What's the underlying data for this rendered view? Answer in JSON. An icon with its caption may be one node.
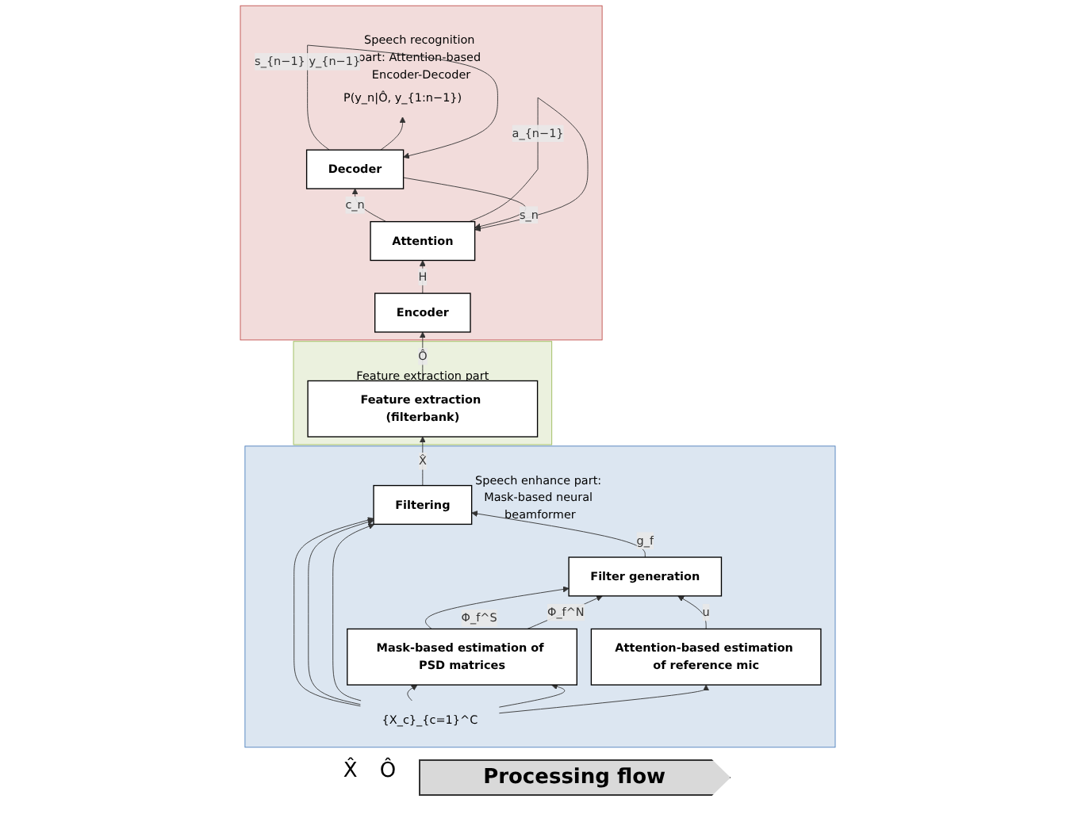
{
  "diagram": {
    "nodes": [
      {
        "text": [
          "Speech enhance part: Mask-based neural beamformer"
        ]
      },
      {
        "text": [
          "Filtering"
        ],
        "in": 0
      },
      {
        "text": [
          "Filter generation"
        ],
        "in": 0
      },
      {
        "text": [
          "Mask-based estimation of PSD matrices"
        ],
        "in": 0
      },
      {
        "text": [
          "Attention-based estimation of reference mic"
        ],
        "in": 0
      },
      {
        "text": [
          "{X_c}_{c=1}^C"
        ],
        "in": 0
      },
      {
        "text": [
          "Feature extraction part"
        ]
      },
      {
        "text": [
          "Feature extraction (filterbank)"
        ],
        "in": 6
      },
      {
        "text": [
          "Speech recognition part: Attention-based Encoder-Decoder"
        ]
      },
      {
        "text": [
          "Decoder"
        ],
        "in": 8
      },
      {
        "text": [
          "Attention"
        ],
        "in": 8
      },
      {
        "text": [
          "Encoder"
        ],
        "in": 8
      },
      {
        "text": [
          "P(y_n|Ô, y_{1:n−1})"
        ],
        "in": 8
      }
    ],
    "edges": [
      {
        "from": 5,
        "to": 1,
        "arrow": "to"
      },
      {
        "from": 5,
        "to": 1,
        "arrow": "to"
      },
      {
        "from": 5,
        "to": 1,
        "arrow": "to"
      },
      {
        "from": 5,
        "to": 3,
        "arrow": "to"
      },
      {
        "from": 5,
        "to": 3,
        "arrow": "to"
      },
      {
        "from": 5,
        "to": 4,
        "arrow": "to"
      },
      {
        "from": 3,
        "to": 2,
        "arrow": "to",
        "label": "Φ_f^S"
      },
      {
        "from": 3,
        "to": 2,
        "arrow": "to",
        "label": "Φ_f^N"
      },
      {
        "from": 4,
        "to": 2,
        "arrow": "to",
        "label": "u"
      },
      {
        "from": 2,
        "to": 1,
        "arrow": "to",
        "label": "g_f"
      },
      {
        "from": 1,
        "to": 7,
        "arrow": "to",
        "label": "X̂"
      },
      {
        "from": 7,
        "to": 11,
        "arrow": "to",
        "label": "Ô"
      },
      {
        "from": 11,
        "to": 10,
        "arrow": "to",
        "label": "H"
      },
      {
        "from": 10,
        "to": 9,
        "arrow": "to",
        "label": "c_n"
      },
      {
        "from": 9,
        "to": 10,
        "arrow": "to",
        "label": "s_n"
      },
      {
        "from": 9,
        "to": 9,
        "arrow": "to",
        "label": "s_{n−1} y_{n−1}"
      },
      {
        "from": 10,
        "to": 10,
        "arrow": "to",
        "label": "a_{n−1}"
      },
      {
        "from": 9,
        "to": 12,
        "arrow": "to"
      }
    ],
    "labels": [
      "X̂",
      "Ô",
      "Processing flow"
    ]
  }
}
